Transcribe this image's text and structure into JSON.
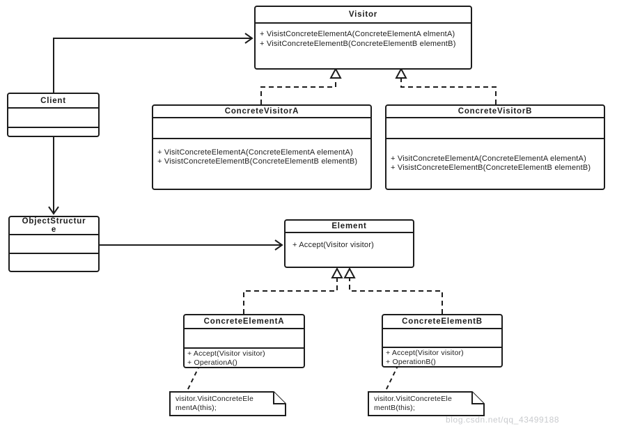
{
  "classes": {
    "visitor": {
      "name": "Visitor",
      "methods": [
        "+ VisistConcreteElementA(ConcreteElementA elmentA)",
        "+ VisitConcreteElementB(ConcreteElementB elementB)"
      ]
    },
    "client": {
      "name": "Client"
    },
    "concrete_visitor_a": {
      "name": "ConcreteVisitorA",
      "methods": [
        "+ VisitConcreteElementA(ConcreteElementA elementA)",
        "+ VisistConcreteElementB(ConcreteElementB elementB)"
      ]
    },
    "concrete_visitor_b": {
      "name": "ConcreteVisitorB",
      "methods": [
        "+ VisitConcreteElementA(ConcreteElementA elementA)",
        "+ VisistConcreteElementB(ConcreteElementB elementB)"
      ]
    },
    "object_structure": {
      "name_lines": [
        "ObjectStructur",
        "e"
      ]
    },
    "element": {
      "name": "Element",
      "methods": [
        "+ Accept(Visitor visitor)"
      ]
    },
    "concrete_element_a": {
      "name": "ConcreteElementA",
      "methods": [
        "+ Accept(Visitor visitor)",
        "+ OperationA()"
      ]
    },
    "concrete_element_b": {
      "name": "ConcreteElementB",
      "methods": [
        "+ Accept(Visitor visitor)",
        "+ OperationB()"
      ]
    }
  },
  "notes": {
    "note_a": {
      "lines": [
        "visitor.VisitConcreteEle",
        "mentA(this);"
      ]
    },
    "note_b": {
      "lines": [
        "visitor.VisitConcreteEle",
        "mentB(this);"
      ]
    }
  },
  "connectors": [
    {
      "from": "Client",
      "to": "Visitor",
      "type": "association-arrow"
    },
    {
      "from": "Client",
      "to": "ObjectStructure",
      "type": "association-arrow"
    },
    {
      "from": "ObjectStructure",
      "to": "Element",
      "type": "association-arrow"
    },
    {
      "from": "ConcreteVisitorA",
      "to": "Visitor",
      "type": "dashed-generalization"
    },
    {
      "from": "ConcreteVisitorB",
      "to": "Visitor",
      "type": "dashed-generalization"
    },
    {
      "from": "ConcreteElementA",
      "to": "Element",
      "type": "dashed-generalization"
    },
    {
      "from": "ConcreteElementB",
      "to": "Element",
      "type": "dashed-generalization"
    },
    {
      "from": "ConcreteElementA",
      "to": "note_a",
      "type": "note-link"
    },
    {
      "from": "ConcreteElementB",
      "to": "note_b",
      "type": "note-link"
    }
  ],
  "watermark": "blog.csdn.net/qq_43499188",
  "colors": {
    "line": "#1c1c1c",
    "background": "#ffffff",
    "watermark": "#c9cbce"
  }
}
